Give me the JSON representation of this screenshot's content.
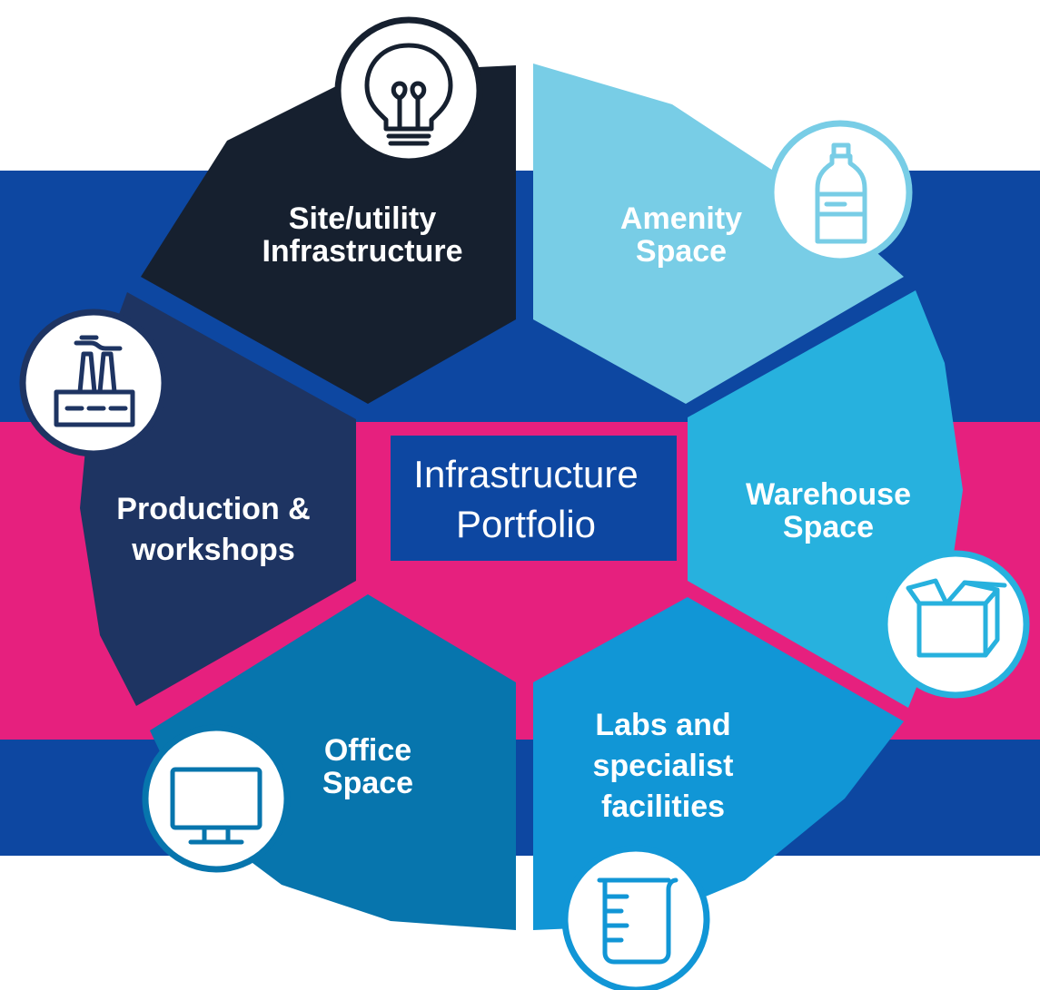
{
  "center": {
    "line1": "Infrastructure",
    "line2": "Portfolio"
  },
  "segments": [
    {
      "id": "site-utility",
      "lines": [
        "Site/utility",
        "Infrastructure"
      ],
      "icon": "lightbulb-icon",
      "color": "#16202f"
    },
    {
      "id": "amenity",
      "lines": [
        "Amenity",
        "Space"
      ],
      "icon": "water-bottle-icon",
      "color": "#78cde6"
    },
    {
      "id": "warehouse",
      "lines": [
        "Warehouse",
        "Space"
      ],
      "icon": "open-box-icon",
      "color": "#27b1de"
    },
    {
      "id": "labs",
      "lines": [
        "Labs and",
        "specialist",
        "facilities"
      ],
      "icon": "beaker-icon",
      "color": "#1196d6"
    },
    {
      "id": "office",
      "lines": [
        "Office",
        "Space"
      ],
      "icon": "monitor-icon",
      "color": "#0775ad"
    },
    {
      "id": "production",
      "lines": [
        "Production &",
        "workshops"
      ],
      "icon": "factory-icon",
      "color": "#1e3462"
    }
  ],
  "colors": {
    "band_blue": "#0d47a1",
    "band_pink": "#e6207e",
    "center_box": "#0d47a1"
  }
}
